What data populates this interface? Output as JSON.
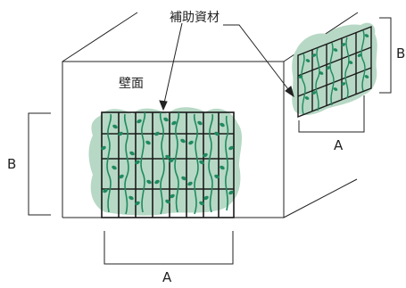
{
  "labels": {
    "aux": "補助資材",
    "wall": "壁面",
    "front_width": "A",
    "front_height": "B",
    "side_width": "A",
    "side_height": "B"
  },
  "colors": {
    "line": "#222222",
    "foliage": "#b7d8c5",
    "vine": "#1f8a5f",
    "leaf": "#1f8a5f",
    "grid": "#1a1a1a"
  },
  "icons": {
    "plant": "climbing-vine-icon",
    "trellis": "grid-trellis-icon"
  }
}
